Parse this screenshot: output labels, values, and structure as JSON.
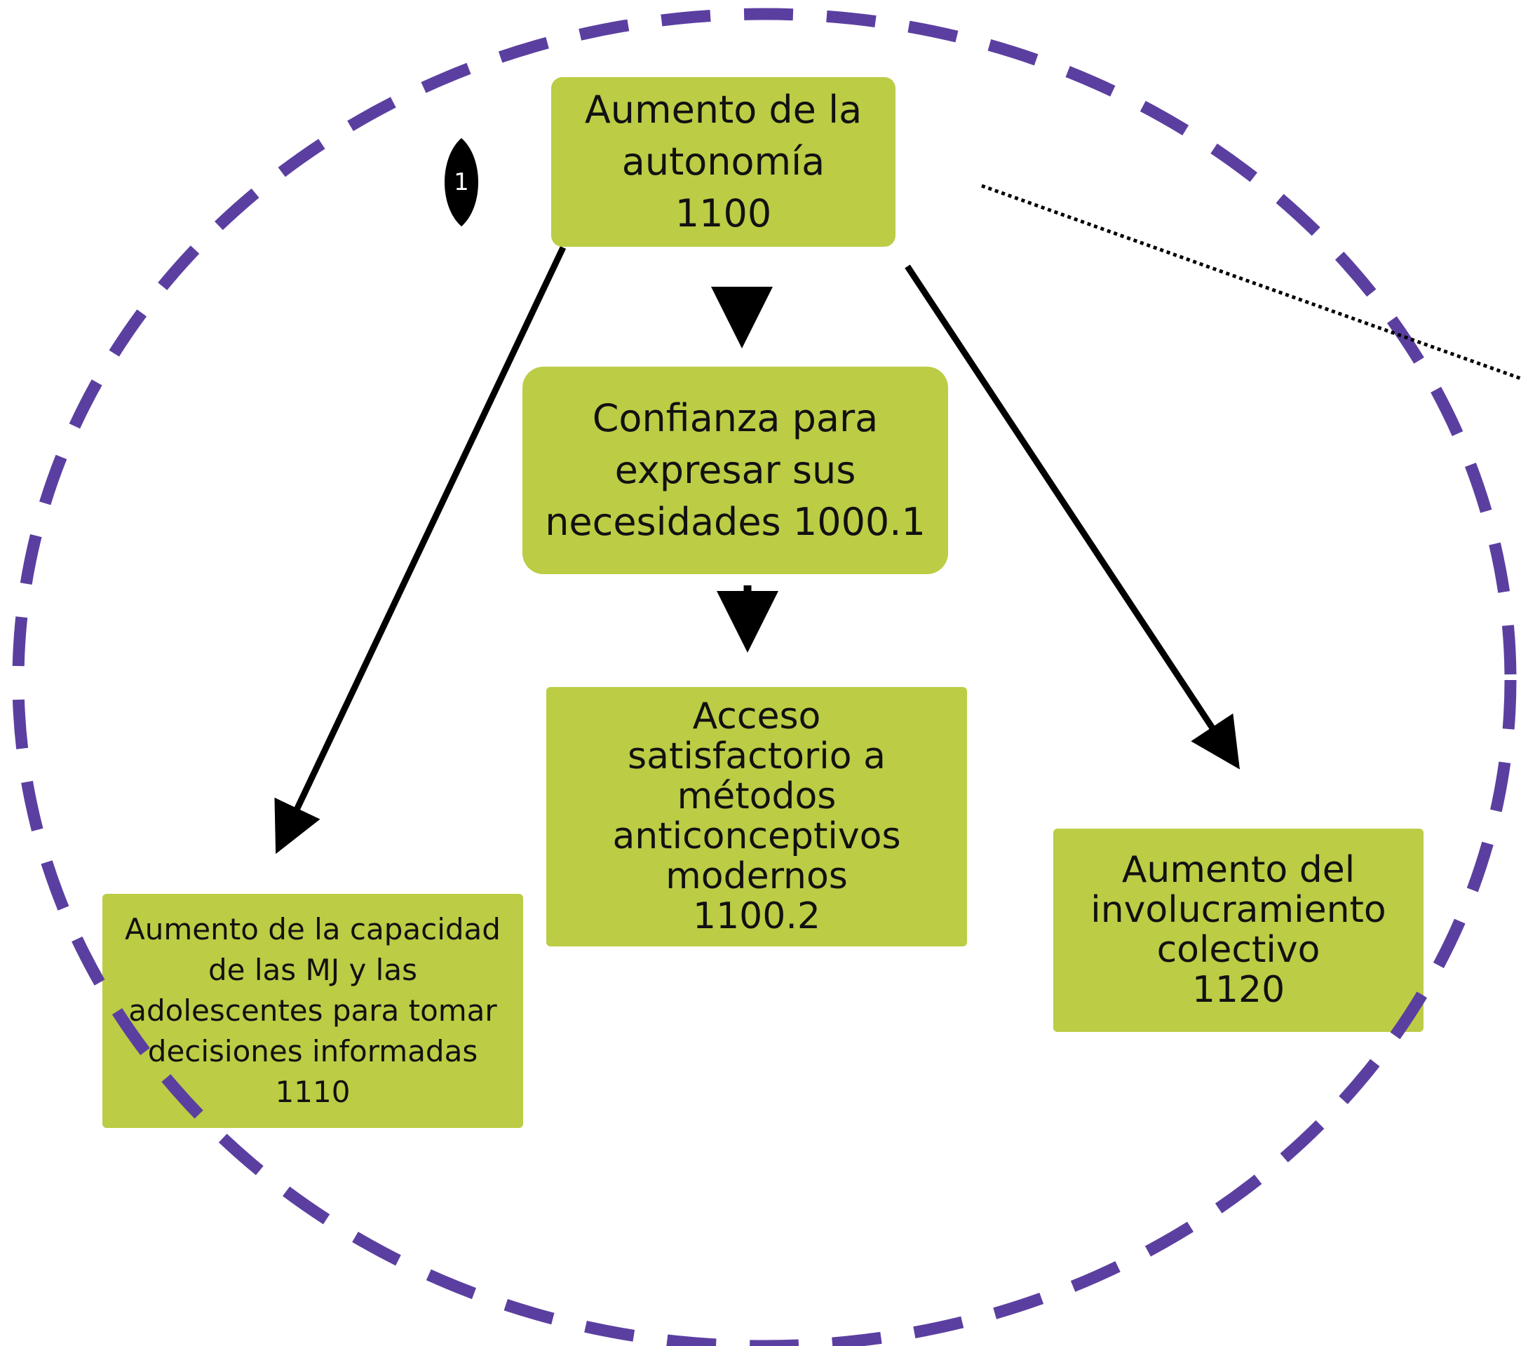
{
  "diagram": {
    "colors": {
      "box_fill": "#bccc45",
      "circle_dash": "#5b3fa0",
      "arrow": "#000000",
      "text": "#111111"
    },
    "badge": {
      "label": "1"
    },
    "nodes": {
      "autonomia": {
        "lines": [
          "Aumento de la",
          "autonomía",
          "1100"
        ]
      },
      "confianza": {
        "lines": [
          "Confianza para",
          "expresar sus",
          "necesidades 1000.1"
        ]
      },
      "acceso": {
        "lines": [
          "Acceso",
          "satisfactorio a",
          "métodos",
          "anticonceptivos",
          "modernos",
          "1100.2"
        ]
      },
      "capacidad": {
        "lines": [
          "Aumento de la capacidad",
          "de las MJ y las",
          "adolescentes para tomar",
          "decisiones informadas",
          "1110"
        ]
      },
      "involucramiento": {
        "lines": [
          "Aumento del",
          "involucramiento",
          "colectivo",
          "1120"
        ]
      }
    },
    "edges": [
      {
        "from": "autonomia",
        "to": "confianza",
        "style": "solid-arrow"
      },
      {
        "from": "confianza",
        "to": "acceso",
        "style": "solid-arrow"
      },
      {
        "from": "autonomia",
        "to": "capacidad",
        "style": "solid-arrow"
      },
      {
        "from": "autonomia",
        "to": "involucramiento",
        "style": "solid-arrow"
      },
      {
        "from": "autonomia",
        "to": "off-canvas",
        "style": "dotted"
      }
    ]
  }
}
